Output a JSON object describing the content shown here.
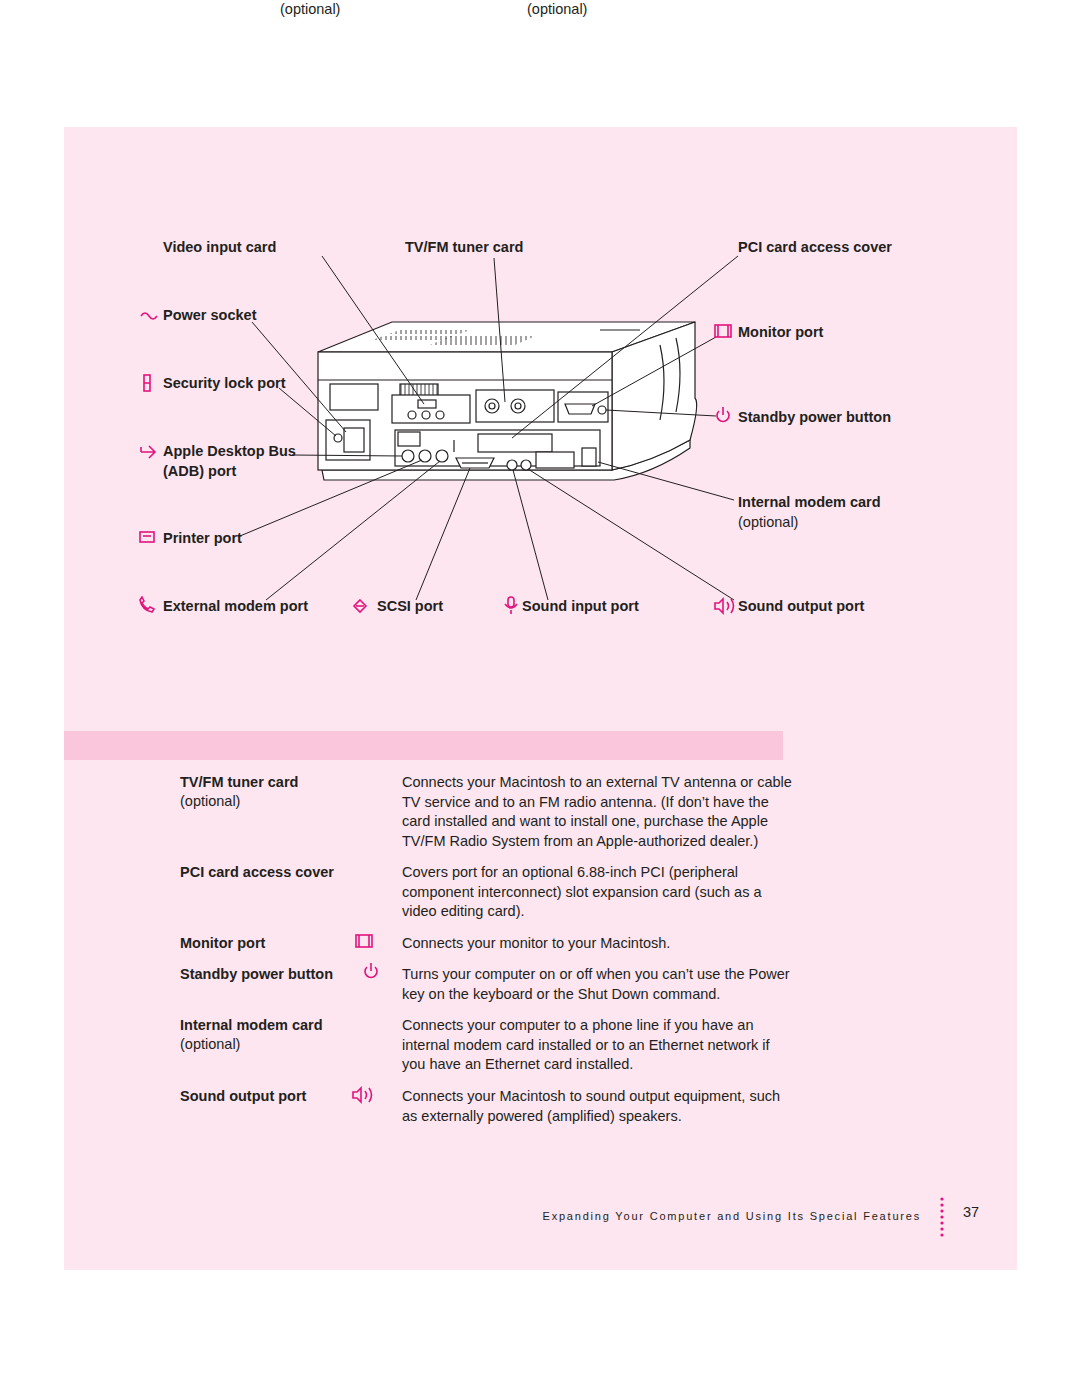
{
  "diagram": {
    "labels": [
      "Video input card",
      "(optional)",
      "TV/FM tuner card",
      "(optional)",
      "PCI card access cover",
      "Power socket",
      "Monitor port",
      "Security lock port",
      "Standby power button",
      "Apple Desktop Bus (ADB) port",
      "Internal modem card",
      "(optional)",
      "Printer port",
      "External modem port",
      "SCSI port",
      "Sound input port",
      "Sound output port",
      "TV/FM tuner card",
      "(optional)",
      "Connects your Macintosh to an external TV antenna or cable TV service and to an FM radio antenna. (If don’t have the card installed and want to install one, purchase the Apple TV/FM Radio System from an Apple-authorized dealer.)",
      "PCI card access cover",
      "Covers port for an optional 6.88-inch PCI (peripheral component interconnect) slot expansion card (such as a video editing card).",
      "Monitor port",
      "Connects your monitor to your Macintosh.",
      "Standby power button",
      "Turns your computer on or off when you can’t use the Power key on the keyboard or the Shut Down command.",
      "Internal modem card",
      "(optional)",
      "Connects your computer to a phone line if you have an internal modem card installed or to an Ethernet network if you have an Ethernet card installed.",
      "Sound output port",
      "Connects your Macintosh to sound output equipment, such as externally powered (amplified) speakers.",
      "Expanding Your Computer and Using Its Special Features",
      "37"
    ]
  }
}
